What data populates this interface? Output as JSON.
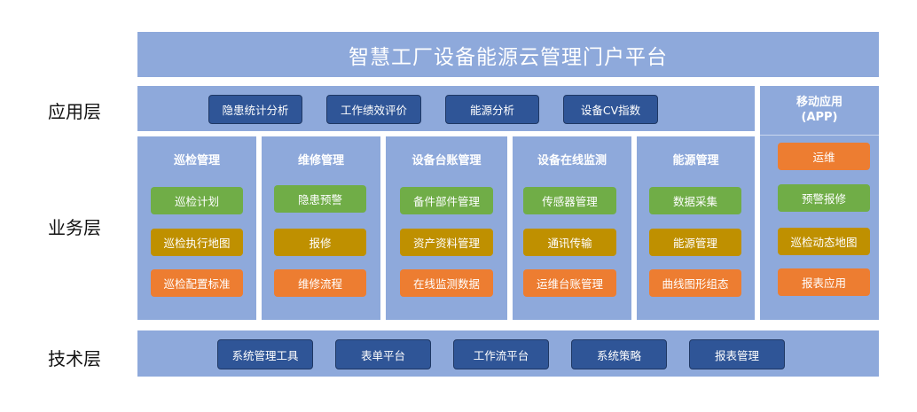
{
  "title": "智慧工厂设备能源云管理门户平台",
  "layers": {
    "application": "应用层",
    "business": "业务层",
    "technical": "技术层"
  },
  "application": {
    "items": [
      "隐患统计分析",
      "工作绩效评价",
      "能源分析",
      "设备CV指数"
    ]
  },
  "mobile": {
    "title": "移动应用",
    "subtitle": "(APP)",
    "items": [
      "运维",
      "预警报修",
      "巡检动态地图",
      "报表应用"
    ]
  },
  "business": {
    "columns": [
      {
        "title": "巡检管理",
        "items": [
          "巡检计划",
          "巡检执行地图",
          "巡检配置标准"
        ]
      },
      {
        "title": "维修管理",
        "items": [
          "隐患预警",
          "报修",
          "维修流程"
        ]
      },
      {
        "title": "设备台账管理",
        "items": [
          "备件部件管理",
          "资产资料管理",
          "在线监测数据"
        ]
      },
      {
        "title": "设备在线监测",
        "items": [
          "传感器管理",
          "通讯传输",
          "运维台账管理"
        ]
      },
      {
        "title": "能源管理",
        "items": [
          "数据采集",
          "能源管理",
          "曲线图形组态"
        ]
      }
    ]
  },
  "technical": {
    "items": [
      "系统管理工具",
      "表单平台",
      "工作流平台",
      "系统策略",
      "报表管理"
    ]
  },
  "colors": {
    "band": "#8EA9DB",
    "dark_blue": "#2F5597",
    "green": "#70AD47",
    "gold": "#BF9000",
    "orange": "#ED7D31"
  }
}
